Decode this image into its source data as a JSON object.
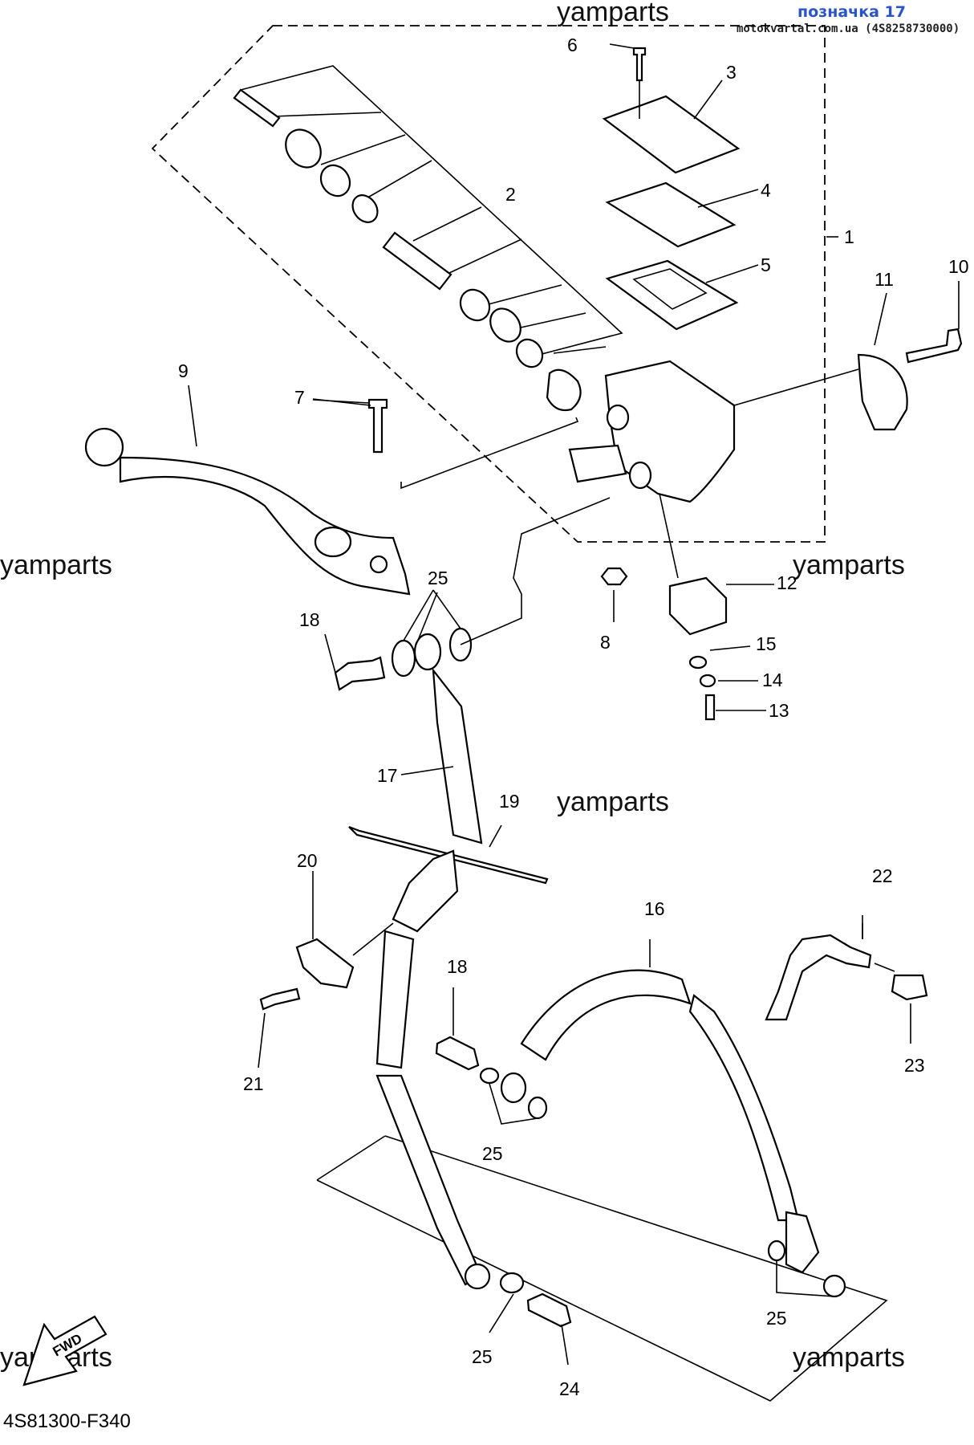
{
  "header": {
    "tag": "позначка 17",
    "source": "motokvartal.com.ua (4S8258730000)"
  },
  "watermarks": [
    "yamparts",
    "yamparts",
    "yamparts",
    "yamparts",
    "yamparts",
    "yamparts"
  ],
  "diagram_code": "4S81300-F340",
  "fwd_label": "FWD",
  "callouts": {
    "c1": "1",
    "c2": "2",
    "c3": "3",
    "c4": "4",
    "c5": "5",
    "c6": "6",
    "c7": "7",
    "c8": "8",
    "c9": "9",
    "c10": "10",
    "c11": "11",
    "c12": "12",
    "c13": "13",
    "c14": "14",
    "c15": "15",
    "c16": "16",
    "c17": "17",
    "c18a": "18",
    "c18b": "18",
    "c19": "19",
    "c20": "20",
    "c21": "21",
    "c22": "22",
    "c23": "23",
    "c24": "24",
    "c25a": "25",
    "c25b": "25",
    "c25c": "25",
    "c25d": "25"
  }
}
